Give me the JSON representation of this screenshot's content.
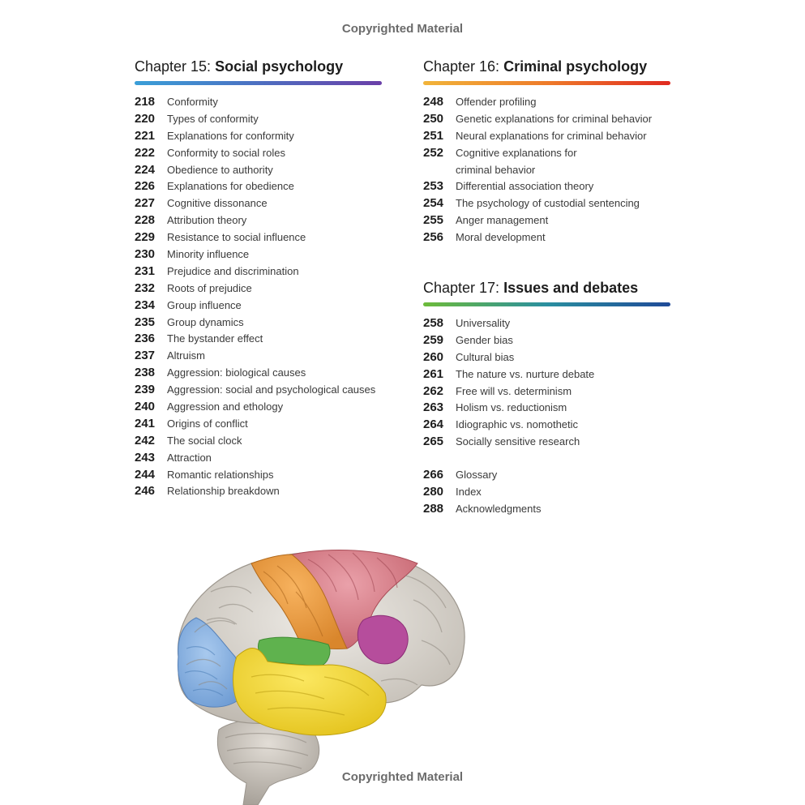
{
  "copyright": {
    "top": "Copyrighted Material",
    "bottom": "Copyrighted Material"
  },
  "ch15": {
    "number": "Chapter 15:",
    "title": "Social psychology",
    "items": [
      {
        "page": "218",
        "title": "Conformity"
      },
      {
        "page": "220",
        "title": "Types of conformity"
      },
      {
        "page": "221",
        "title": "Explanations for conformity"
      },
      {
        "page": "222",
        "title": "Conformity to social roles"
      },
      {
        "page": "224",
        "title": "Obedience to authority"
      },
      {
        "page": "226",
        "title": "Explanations for obedience"
      },
      {
        "page": "227",
        "title": "Cognitive dissonance"
      },
      {
        "page": "228",
        "title": "Attribution theory"
      },
      {
        "page": "229",
        "title": "Resistance to social influence"
      },
      {
        "page": "230",
        "title": "Minority influence"
      },
      {
        "page": "231",
        "title": "Prejudice and discrimination"
      },
      {
        "page": "232",
        "title": "Roots of prejudice"
      },
      {
        "page": "234",
        "title": "Group influence"
      },
      {
        "page": "235",
        "title": "Group dynamics"
      },
      {
        "page": "236",
        "title": "The bystander effect"
      },
      {
        "page": "237",
        "title": "Altruism"
      },
      {
        "page": "238",
        "title": "Aggression: biological causes"
      },
      {
        "page": "239",
        "title": "Aggression: social and psychological causes"
      },
      {
        "page": "240",
        "title": "Aggression and ethology"
      },
      {
        "page": "241",
        "title": "Origins of conflict"
      },
      {
        "page": "242",
        "title": "The social clock"
      },
      {
        "page": "243",
        "title": "Attraction"
      },
      {
        "page": "244",
        "title": "Romantic relationships"
      },
      {
        "page": "246",
        "title": "Relationship breakdown"
      }
    ]
  },
  "ch16": {
    "number": "Chapter 16:",
    "title": "Criminal psychology",
    "items": [
      {
        "page": "248",
        "title": "Offender profiling"
      },
      {
        "page": "250",
        "title": "Genetic explanations for criminal behavior"
      },
      {
        "page": "251",
        "title": "Neural explanations for criminal behavior"
      },
      {
        "page": "252",
        "title": "Cognitive explanations for",
        "title2": "criminal behavior"
      },
      {
        "page": "253",
        "title": "Differential association theory"
      },
      {
        "page": "254",
        "title": "The psychology of custodial sentencing"
      },
      {
        "page": "255",
        "title": "Anger management"
      },
      {
        "page": "256",
        "title": "Moral development"
      }
    ]
  },
  "ch17": {
    "number": "Chapter 17:",
    "title": "Issues and debates",
    "items": [
      {
        "page": "258",
        "title": "Universality"
      },
      {
        "page": "259",
        "title": "Gender bias"
      },
      {
        "page": "260",
        "title": "Cultural bias"
      },
      {
        "page": "261",
        "title": "The nature vs. nurture debate"
      },
      {
        "page": "262",
        "title": "Free will vs. determinism"
      },
      {
        "page": "263",
        "title": "Holism vs. reductionism"
      },
      {
        "page": "264",
        "title": "Idiographic vs. nomothetic"
      },
      {
        "page": "265",
        "title": "Socially sensitive research"
      }
    ]
  },
  "back_matter": [
    {
      "page": "266",
      "title": "Glossary"
    },
    {
      "page": "280",
      "title": "Index"
    },
    {
      "page": "288",
      "title": "Acknowledgments"
    }
  ],
  "colors": {
    "ch15_rule": [
      "#3a9fd8",
      "#6a3fa8"
    ],
    "ch16_rule": [
      "#f1b43a",
      "#e02a20"
    ],
    "ch17_rule": [
      "#6dbb3a",
      "#1f4a98"
    ]
  },
  "illustration": "brain-lobes-illustration"
}
